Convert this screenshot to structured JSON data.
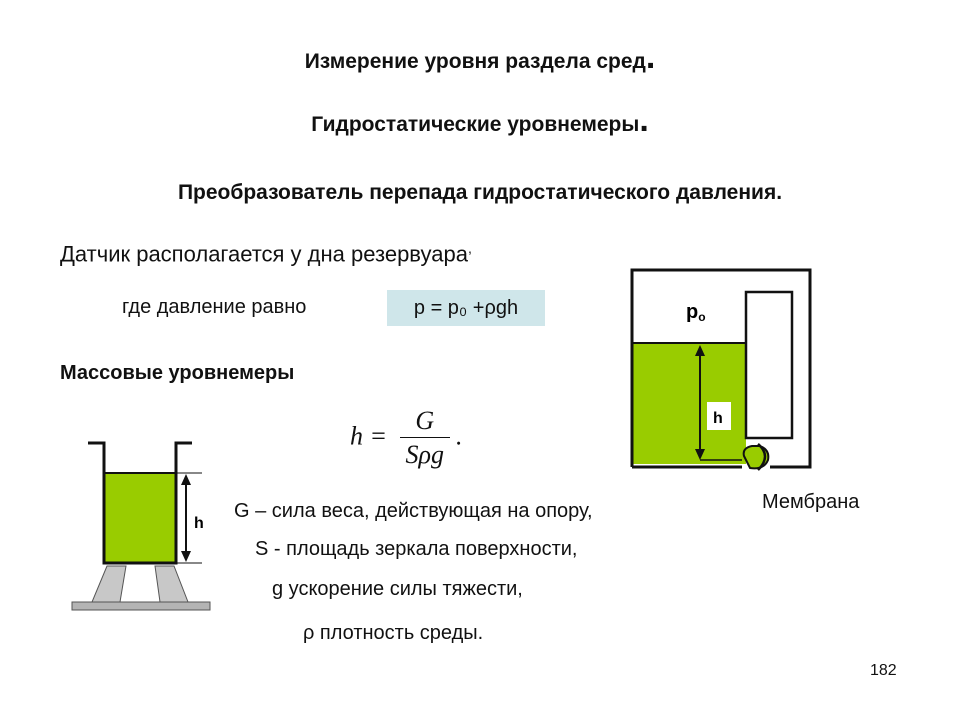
{
  "titles": {
    "line1": "Измерение уровня раздела сред",
    "line1_end": ".",
    "line2": "Гидростатические уровнемеры",
    "line2_end": ".",
    "line3": "Преобразователь перепада гидростатического давления."
  },
  "sensor_text": "Датчик располагается у дна резервуара",
  "sensor_comma": ",",
  "pressure_intro": "где давление равно",
  "pressure_formula": "p = p₀ +ρgh",
  "mass_title": "Массовые уровнемеры",
  "mass_formula": {
    "lhs": "h =",
    "numerator": "G",
    "denominator": "Sρg",
    "end": "."
  },
  "descriptions": [
    "G – сила веса, действующая на опору,",
    "S - площадь зеркала поверхности,",
    "g ускорение силы тяжести,",
    "ρ плотность среды."
  ],
  "diagram_right": {
    "p0_label": "p",
    "p0_sub": "o",
    "h_label": "h",
    "membrane_label": "Мембрана"
  },
  "diagram_left": {
    "h_label": "h"
  },
  "colors": {
    "liquid": "#99cc00",
    "formula_bg": "#cfe6ea",
    "support": "#c8c8c8",
    "base": "#b4b4b4"
  },
  "page_number": "182"
}
